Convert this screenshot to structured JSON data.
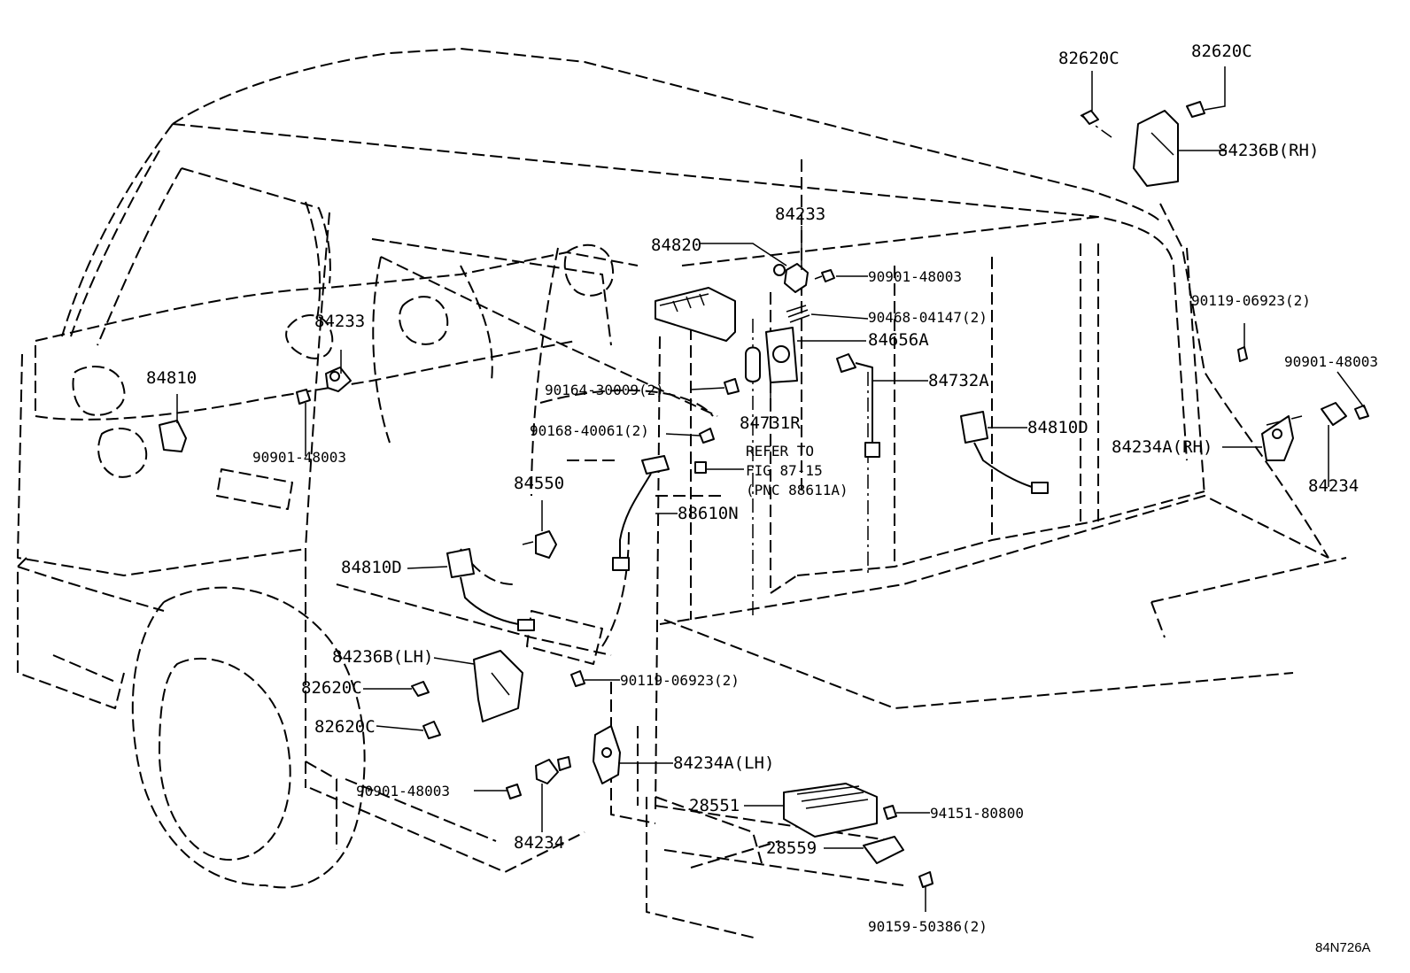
{
  "labels": {
    "p82620c_top_left": "82620C",
    "p82620c_top_right": "82620C",
    "p84236b_rh": "84236B(RH)",
    "p84233_top": "84233",
    "p84820": "84820",
    "p90901_48003_top": "90901-48003",
    "p90468_04147": "90468-04147(2)",
    "p84656a": "84656A",
    "p84732a": "84732A",
    "p90119_06923_right": "90119-06923(2)",
    "p90901_48003_right": "90901-48003",
    "p84233_left": "84233",
    "p84810": "84810",
    "p90164_30009": "90164-30009(2)",
    "p84731r": "84731R",
    "p84810d_right": "84810D",
    "p84234a_rh": "84234A(RH)",
    "p84234_right": "84234",
    "p90901_48003_left": "90901-48003",
    "p90168_40061": "90168-40061(2)",
    "refer_line1": "REFER TO",
    "refer_line2": "FIG 87-15",
    "refer_line3": "(PNC 88611A)",
    "p84550": "84550",
    "p88610n": "88610N",
    "p84810d_left": "84810D",
    "p84236b_lh": "84236B(LH)",
    "p82620c_mid1": "82620C",
    "p90119_06923_mid": "90119-06923(2)",
    "p82620c_mid2": "82620C",
    "p84234a_lh": "84234A(LH)",
    "p90901_48003_bottom": "90901-48003",
    "p28551": "28551",
    "p94151_80800": "94151-80800",
    "p84234_bottom": "84234",
    "p28559": "28559",
    "p90159_50386": "90159-50386(2)",
    "figure_id": "84N726A"
  }
}
